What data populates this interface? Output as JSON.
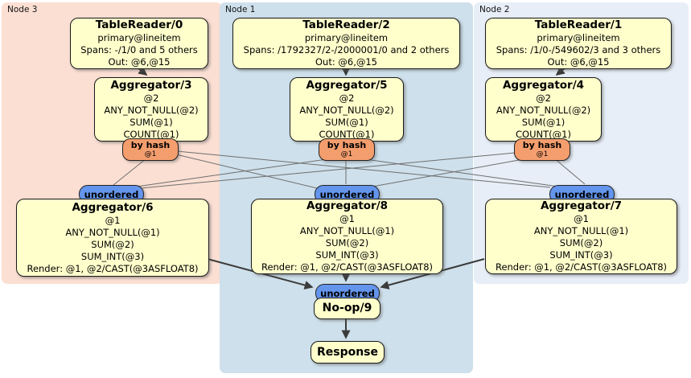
{
  "regions": [
    {
      "label": "Node 3"
    },
    {
      "label": "Node 1"
    },
    {
      "label": "Node 2"
    }
  ],
  "router": {
    "label": "by hash",
    "detail": "@1"
  },
  "stream": {
    "label": "unordered"
  },
  "processors": {
    "tr0": {
      "title": "TableReader/0",
      "lines": [
        "primary@lineitem",
        "Spans: -/1/0 and 5 others",
        "Out: @6,@15"
      ]
    },
    "tr2": {
      "title": "TableReader/2",
      "lines": [
        "primary@lineitem",
        "Spans: /1792327/2-/2000001/0 and 2 others",
        "Out: @6,@15"
      ]
    },
    "tr1": {
      "title": "TableReader/1",
      "lines": [
        "primary@lineitem",
        "Spans: /1/0-/549602/3 and 3 others",
        "Out: @6,@15"
      ]
    },
    "agg3": {
      "title": "Aggregator/3",
      "lines": [
        "@2",
        "ANY_NOT_NULL(@2)",
        "SUM(@1)",
        "COUNT(@1)"
      ]
    },
    "agg5": {
      "title": "Aggregator/5",
      "lines": [
        "@2",
        "ANY_NOT_NULL(@2)",
        "SUM(@1)",
        "COUNT(@1)"
      ]
    },
    "agg4": {
      "title": "Aggregator/4",
      "lines": [
        "@2",
        "ANY_NOT_NULL(@2)",
        "SUM(@1)",
        "COUNT(@1)"
      ]
    },
    "agg6": {
      "title": "Aggregator/6",
      "lines": [
        "@1",
        "ANY_NOT_NULL(@1)",
        "SUM(@2)",
        "SUM_INT(@3)",
        "Render: @1, @2/CAST(@3ASFLOAT8)"
      ]
    },
    "agg8": {
      "title": "Aggregator/8",
      "lines": [
        "@1",
        "ANY_NOT_NULL(@1)",
        "SUM(@2)",
        "SUM_INT(@3)",
        "Render: @1, @2/CAST(@3ASFLOAT8)"
      ]
    },
    "agg7": {
      "title": "Aggregator/7",
      "lines": [
        "@1",
        "ANY_NOT_NULL(@1)",
        "SUM(@2)",
        "SUM_INT(@3)",
        "Render: @1, @2/CAST(@3ASFLOAT8)"
      ]
    },
    "noop": {
      "title": "No-op/9"
    },
    "response": {
      "title": "Response"
    }
  },
  "colors": {
    "processor_fill": "#FFFFCC",
    "router_fill": "#F49E6E",
    "stream_fill": "#6495ED",
    "region_node3": "#FBDFD3",
    "region_node1": "#CEE0EB",
    "region_node2": "#E7EEF7",
    "edge_thin": "#6E6E6E",
    "edge_bold": "#3B3B3B"
  }
}
